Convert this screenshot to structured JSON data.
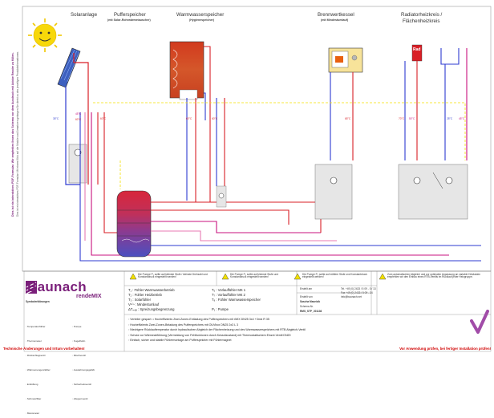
{
  "headers": {
    "solar": "Solaranlage",
    "puffer": "Pufferspeicher",
    "puffer_sub": "(mit Solar-Rohrwärmetauscher)",
    "warmwasser": "Warmwasserspeicher",
    "warmwasser_sub": "(Hygienespeicher)",
    "brenn": "Brennwertkessel",
    "brenn_sub": "(mit Mindestumlauf)",
    "radiator1": "Radiatorheizkreis /",
    "radiator2": "Flächenheizkreis"
  },
  "temps": {
    "t35": "35°C",
    "t45": "45°C",
    "t65": "60°C",
    "t60": "60°C",
    "ww60": "60°C",
    "ww60b": "60°C",
    "kessel65": "65°C",
    "rad70": "70°C",
    "rad50": "50°C",
    "fl25": "25°C",
    "fl45": "45°C"
  },
  "labels": {
    "rad_box": "Rad",
    "brand": "Baunach",
    "brand_sub": "rendeMIX",
    "footer_left": "Technische Änderungen und Irrtum vorbehalten!",
    "footer_right": "Vor Anwendung prüfen, bei fertiger Installation prüfen!"
  },
  "notes": {
    "n1": "Die Pumpe P₁ sollte auf kleinste Stufe / kleinste Drehzahl und Konstantdruck eingestellt werden!",
    "n2": "Die Pumpe P₂ sollte auf kleinste Stufe und Konstantdruck eingestellt werden!",
    "n3": "Die Pumpe P₃ sollte auf mittlere Stufe und Konstantdruck eingestellt werden!",
    "n4": "Zum automatischen Abgleich und zur optimalen Anpassung an variable Heizlasten empfehlen wir den Einbau eines RTB-Ventils im Rücklauf jeder Heizgruppe."
  },
  "symbols": {
    "rows": [
      [
        "T₁ : Fühler Warmwasserbetrieb",
        "T₆ : Vorlauffühler MK 1"
      ],
      [
        "T₂ : Fühler Heizbetrieb",
        "T₇ : Vorlauffühler MK 2"
      ],
      [
        "T₃ : Solarfühler",
        "T₈ : Fühler Warmwasserspeicher"
      ],
      [
        "Vᵐⁱⁿ : Mindestumlauf",
        ""
      ],
      [
        "ΔTₘₐₓ : Spreizungsbegrenzung",
        "P₁ : Pumpe"
      ]
    ]
  },
  "titleblock": {
    "lbl_date": "Erstellt am",
    "date": "",
    "lbl_by": "Erstellt von",
    "by": "Sascha Maseizik",
    "lbl_nr": "Schema-Nr.",
    "nr": "RMS_STP_201136",
    "company_line1": "Tel. +49 (0) 2433 / 5 09 - 0 / 13",
    "company_line2": "Fax +49 (0) 2433 / 5 09 - 24",
    "company_line3": "info@baunach.net"
  },
  "variants": [
    "Verteiler gespart: • Hocheffizients Zwei-Zonen-Entladung des Pufferspeichers mit rMIX DN25 3x4 +3mix R 35",
    "Hocheffizients Zwei-Zonen-Beladung des Pufferspeichers mit OUVbox DN25 2x3 L 3",
    "Niedrigere Rücklauftemperatur durch hydraulischen Abgleich der Flächenheizung und des Warmwasserspeichers mit RTB Abgleich-Ventil",
    "Schutz vor Wärmeabführung (Vermeidung von Fehlfunkionen durch Kesselzustand) mit Thermostatischem Einzel-Ventil DN20",
    "Einfach, sicher und stabile Fühlermontage am Pufferspeicher mit Fühlermagnet"
  ],
  "legend_left": {
    "title": "Symbolerklärungen",
    "items": [
      "Temperaturfühler",
      "Pumpe",
      "Thermometer",
      "Kugelhahn",
      "Rückschlagventil",
      "Mischventil",
      "Wärmemengenzähler",
      "Ausdehnungsgefäß",
      "Entlüftung",
      "Sicherheitsventil",
      "Schmutzfilter",
      "Absperrventil",
      "Manometer"
    ]
  },
  "side_text": "Dies ist ein interaktives PDF-Formular. Wir empfehlen Ihnen das Schema vor dem Ausdruck mit Adobe Reader zu füllen.",
  "side_text2": "Dies ist ein interaktives PDF-Formular: Mit einem Klick auf die Module und Armaturen gelangen Sie direkt zu den jeweiligen Produktinformationen.",
  "colors": {
    "red": "#d91f26",
    "blue": "#2e3bd0",
    "magenta": "#c8127f",
    "pink": "#e87ab3",
    "yellow": "#f2e000",
    "brand": "#7a1f7a",
    "check": "#a14ca8"
  }
}
